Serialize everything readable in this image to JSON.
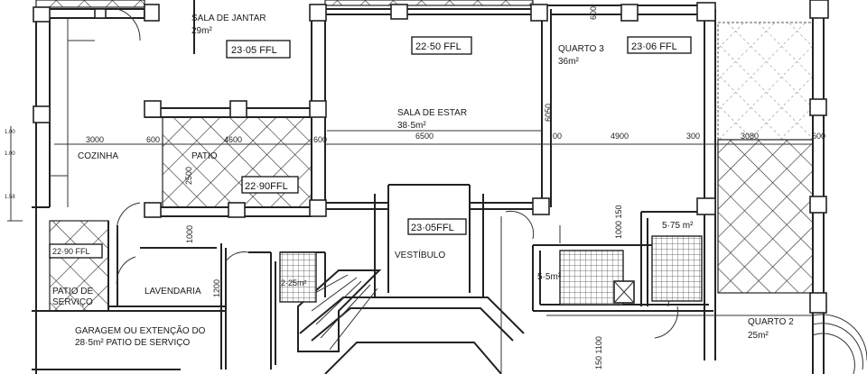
{
  "plan": {
    "rooms": {
      "sala_jantar": {
        "name": "SALA DE JANTAR",
        "area": "29m²",
        "ffl": "23·05 FFL"
      },
      "sala_estar": {
        "name": "SALA DE ESTAR",
        "area": "38·5m²",
        "ffl": "22·50 FFL"
      },
      "quarto3": {
        "name": "QUARTO 3",
        "area": "36m²",
        "ffl": "23·06 FFL"
      },
      "cozinha": {
        "name": "COZINHA"
      },
      "patio": {
        "name": "PATIO",
        "ffl": "22·90FFL"
      },
      "vestibulo": {
        "name": "VESTÍBULO",
        "ffl": "23·05FFL"
      },
      "patio_servico": {
        "name_line1": "PATIO DE",
        "name_line2": "SERVIÇO",
        "ffl": "22·90 FFL"
      },
      "lavendaria": {
        "name": "LAVENDARIA"
      },
      "garagem": {
        "name_line1": "GARAGEM OU EXTENÇÃO DO",
        "name_line2": "28·5m²  PATIO DE SERVIÇO"
      },
      "wc_small": {
        "area": "2·25m²"
      },
      "wc_mid": {
        "area": "5·5m²"
      },
      "wc_right": {
        "area": "5·75 m²"
      },
      "quarto2": {
        "name": "QUARTO 2",
        "area": "25m²"
      }
    },
    "dimensions": {
      "d3000": "3000",
      "d600a": "600",
      "d4600": "4600",
      "d600b": "600",
      "d6500": "6500",
      "d00": "00",
      "d4900": "4900",
      "d300": "300",
      "d3080": "3080",
      "d600c": "600",
      "d6050": "6050",
      "d2500": "2500",
      "d1000a": "1000",
      "d1200": "1200",
      "d1000_150": "1000  150",
      "d1100_150": "150  1100",
      "d600top": "600",
      "side1": "1.00",
      "side2": "1.00",
      "side3": "1.58"
    }
  }
}
